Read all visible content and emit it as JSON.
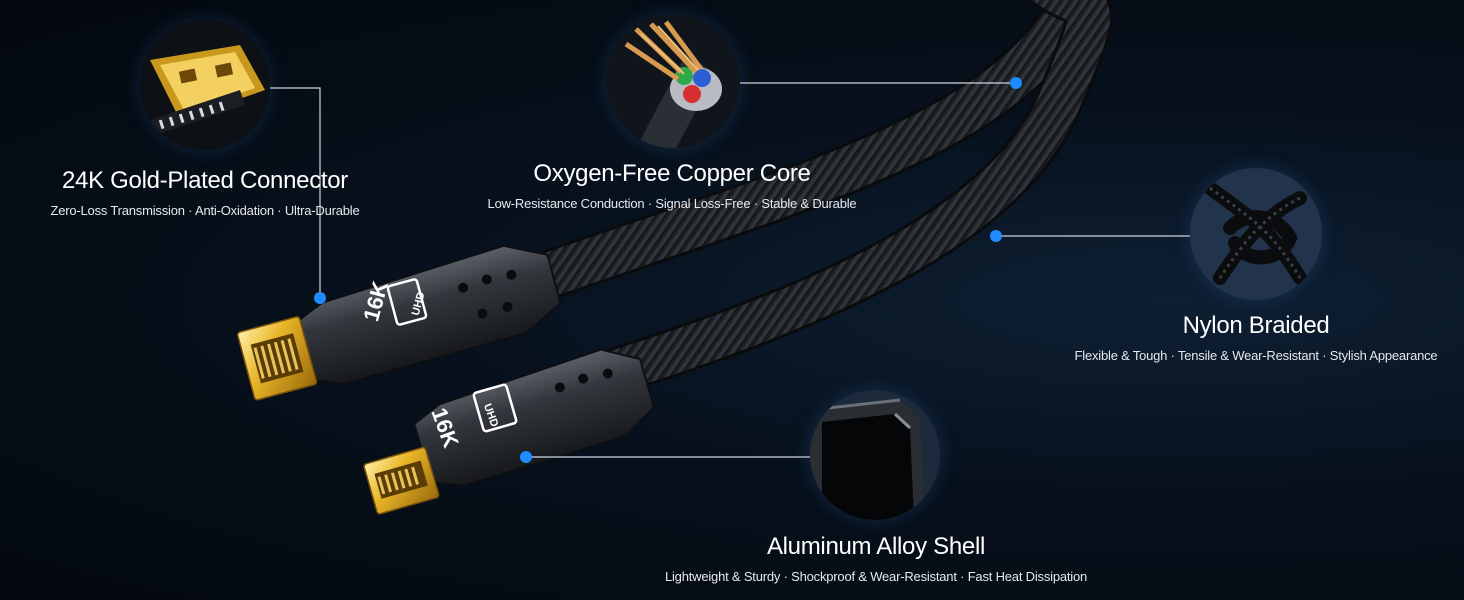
{
  "colors": {
    "accent_dot": "#1e8bff",
    "gold": "#e6b52e",
    "line": "#cfd6de"
  },
  "features": [
    {
      "id": "gold-connector",
      "title": "24K Gold-Plated Connector",
      "subtitle": "Zero-Loss Transmission · Anti-Oxidation · Ultra-Durable",
      "icon": "gold-connector-closeup"
    },
    {
      "id": "copper-core",
      "title": "Oxygen-Free Copper Core",
      "subtitle": "Low-Resistance Conduction · Signal Loss-Free · Stable & Durable",
      "icon": "copper-wires-closeup"
    },
    {
      "id": "nylon-braided",
      "title": "Nylon Braided",
      "subtitle": "Flexible & Tough · Tensile & Wear-Resistant · Stylish Appearance",
      "icon": "braided-knot-closeup"
    },
    {
      "id": "aluminum-shell",
      "title": "Aluminum Alloy Shell",
      "subtitle": "Lightweight & Sturdy · Shockproof & Wear-Resistant · Fast Heat Dissipation",
      "icon": "aluminum-shell-closeup"
    }
  ],
  "connector_label": {
    "resolution": "16K",
    "badge": "UHD"
  }
}
